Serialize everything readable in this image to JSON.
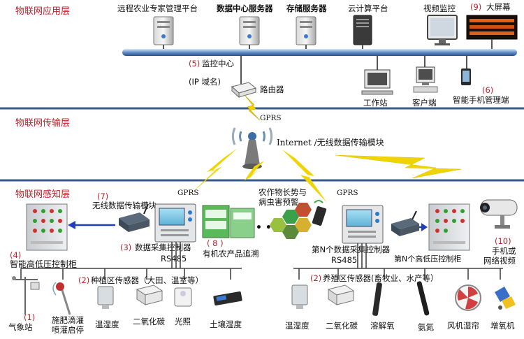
{
  "layers": {
    "application": "物联网应用层",
    "transport": "物联网传输层",
    "perception": "物联网感知层"
  },
  "app_layer": {
    "platform": "远程农业专家管理平台",
    "data_server": "数据中心服务器",
    "storage_server": "存储服务器",
    "cloud": "云计算平台",
    "video_monitor": "视频监控",
    "big_screen_num": "(9)",
    "big_screen": "大屏幕",
    "monitor_center_num": "(5)",
    "monitor_center": "监控中心",
    "ip_domain": "(IP 域名)",
    "router": "路由器",
    "workstation": "工作站",
    "client": "客户端",
    "phone_num": "(6)",
    "phone": "智能手机管理端"
  },
  "transport_layer": {
    "gprs_top": "GPRS",
    "internet": "Internet /无线数据传输模块"
  },
  "perception_layer": {
    "gprs_left": "GPRS",
    "gprs_right": "GPRS",
    "wireless_num": "(7)",
    "wireless": "无线数据传输模块",
    "crop_alert_1": "农作物长势与",
    "crop_alert_2": "病虫害预警",
    "trace_num": "( 8 )",
    "trace": "有机农产品追溯",
    "collector_num": "(3)",
    "collector": "数据采集控制器",
    "rs485_left": "RS485",
    "nth_collector": "第N个数据采集控制器",
    "rs485_right": "RS485",
    "cabinet_num": "(4)",
    "cabinet": "智能高低压控制柜",
    "nth_cabinet": "第N个高低压控制柜",
    "camera_num": "(10)",
    "camera_1": "手机或",
    "camera_2": "网络视频",
    "planting_num": "(2)",
    "planting": "种植区传感器（大田、温室等）",
    "breeding_num": "(2)",
    "breeding": "养殖区传感器(畜牧业、水产等）"
  },
  "sensors_left": {
    "weather_num": "(1)",
    "weather": "气象站",
    "irrigation_1": "施肥滴灌",
    "irrigation_2": "喷灌启停",
    "temp_hum": "温湿度",
    "co2": "二氧化碳",
    "light": "光照",
    "soil": "土壤湿度"
  },
  "sensors_right": {
    "temp_hum": "温湿度",
    "co2": "二氧化碳",
    "oxygen": "溶解氧",
    "ammonia": "氨氮",
    "fan": "风机湿帘",
    "aerator": "增氧机"
  },
  "colors": {
    "layer_line": "#3a5a86",
    "arrow": "#1f3fbf",
    "lightning": "#f0d400",
    "layer_text": "#c0202a"
  }
}
